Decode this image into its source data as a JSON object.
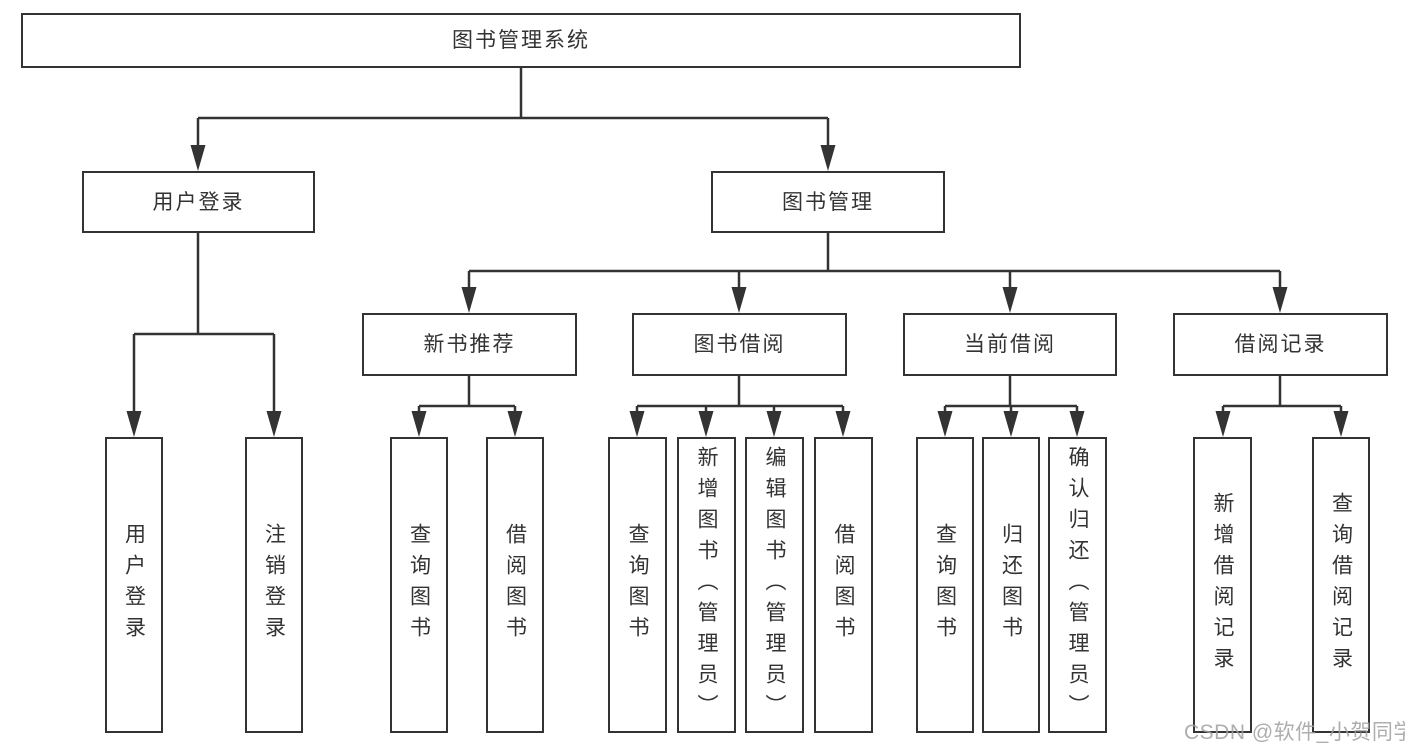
{
  "diagram": {
    "root": "图书管理系统",
    "branches": [
      {
        "label": "用户登录",
        "children": [
          "用户登录",
          "注销登录"
        ]
      },
      {
        "label": "图书管理",
        "sections": [
          {
            "label": "新书推荐",
            "children": [
              "查询图书",
              "借阅图书"
            ]
          },
          {
            "label": "图书借阅",
            "children": [
              "查询图书",
              "新增图书（管理员）",
              "编辑图书（管理员）",
              "借阅图书"
            ]
          },
          {
            "label": "当前借阅",
            "children": [
              "查询图书",
              "归还图书",
              "确认归还（管理员）"
            ]
          },
          {
            "label": "借阅记录",
            "children": [
              "新增借阅记录",
              "查询借阅记录"
            ]
          }
        ]
      }
    ]
  },
  "watermark": {
    "text": "CSDN @软件_小贺同学",
    "color": "#a0a0a0"
  },
  "colors": {
    "line": "#333333",
    "text": "#333333",
    "background": "#ffffff"
  }
}
